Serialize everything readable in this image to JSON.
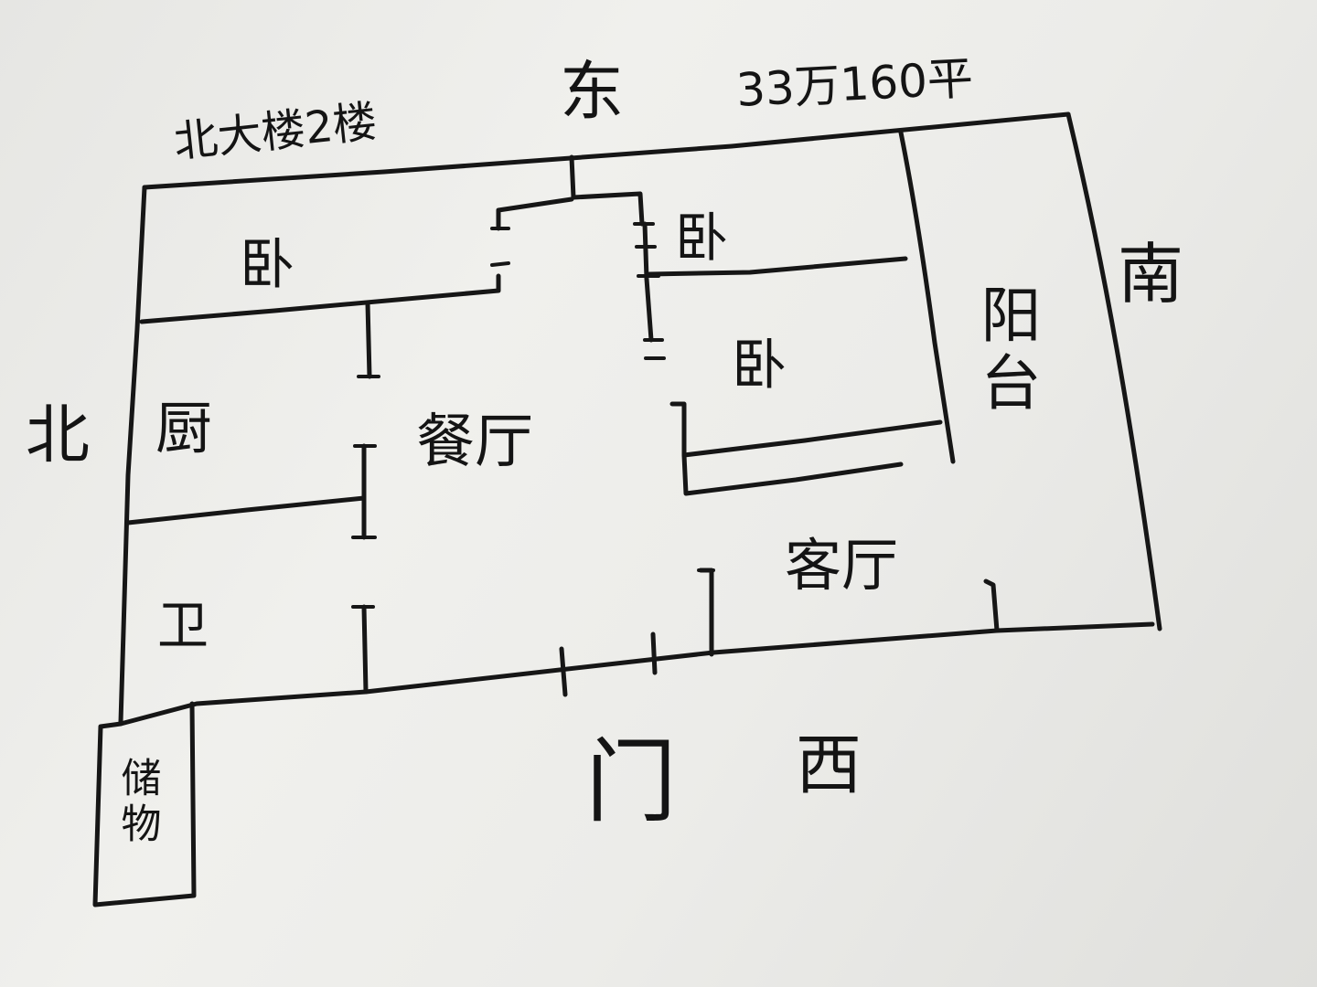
{
  "header": {
    "building": "北大楼2楼",
    "price_area": "33万160平"
  },
  "directions": {
    "east": "东",
    "south": "南",
    "west": "西",
    "north": "北"
  },
  "rooms": {
    "bedroom_top_left": "卧",
    "bedroom_top_right": "卧",
    "bedroom_middle": "卧",
    "balcony": "阳台",
    "kitchen": "厨",
    "dining_room": "餐厅",
    "living_room": "客厅",
    "bathroom": "卫",
    "storage": "储物",
    "entrance": "门"
  },
  "colors": {
    "ink": "#161616",
    "paper": "#ecece9"
  }
}
